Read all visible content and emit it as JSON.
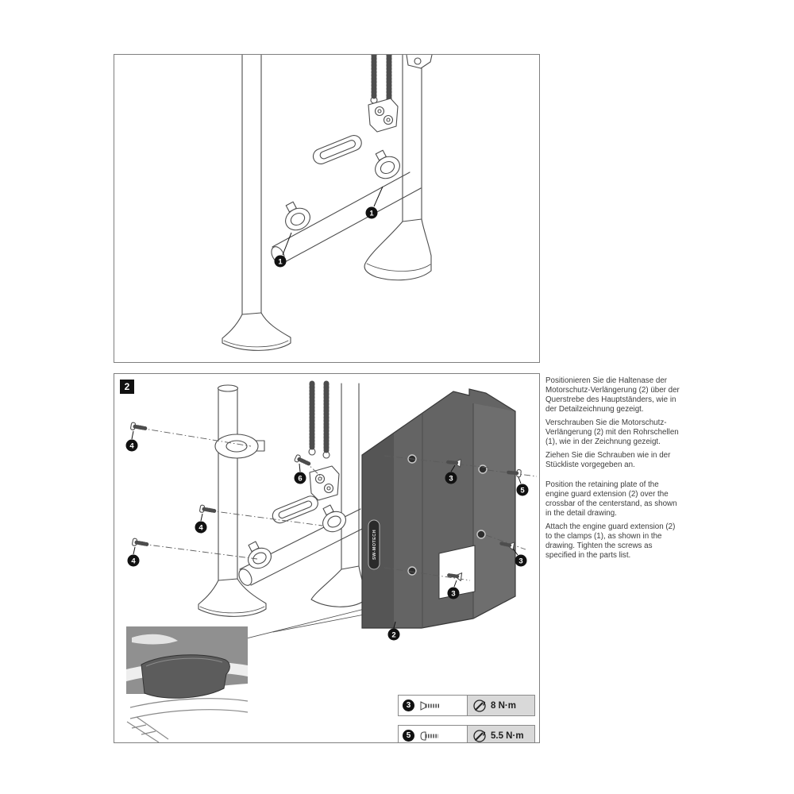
{
  "panel1": {
    "callouts": {
      "left_clamp": "1",
      "right_clamp": "1"
    }
  },
  "panel2": {
    "step_label": "2",
    "callouts": {
      "screw4_top": "4",
      "screw6": "6",
      "screw4_mid": "4",
      "screw4_bottom": "4",
      "screw3_top": "3",
      "screw5": "5",
      "screw3_right": "3",
      "screw3_bottom": "3",
      "plate": "2"
    },
    "plate_logo": "SW-MOTECH"
  },
  "instructions": {
    "german": [
      "Positionieren Sie die Haltenase der Motorschutz-Verlängerung (2) über der Querstrebe des Hauptständers, wie in der Detailzeichnung gezeigt.",
      "Verschrauben Sie die Motorschutz-Verlängerung (2) mit den Rohrschellen (1), wie in der Zeichnung gezeigt.",
      "Ziehen Sie die Schrauben wie in der Stückliste vorgegeben an."
    ],
    "english": [
      "Position the retaining plate of the engine guard extension (2) over the crossbar of the centerstand, as shown in the detail drawing.",
      "Attach the engine guard extension (2) to the clamps (1), as shown in the drawing. Tighten the screws as specified in the parts list."
    ]
  },
  "torque_table": {
    "rows": [
      {
        "item": "3",
        "torque": "8 N·m"
      },
      {
        "item": "5",
        "torque": "5.5 N·m"
      }
    ]
  },
  "colors": {
    "line": "#4d4d4d",
    "plate": "#646464",
    "callout": "#111111",
    "table_cell": "#d9d9d9"
  }
}
